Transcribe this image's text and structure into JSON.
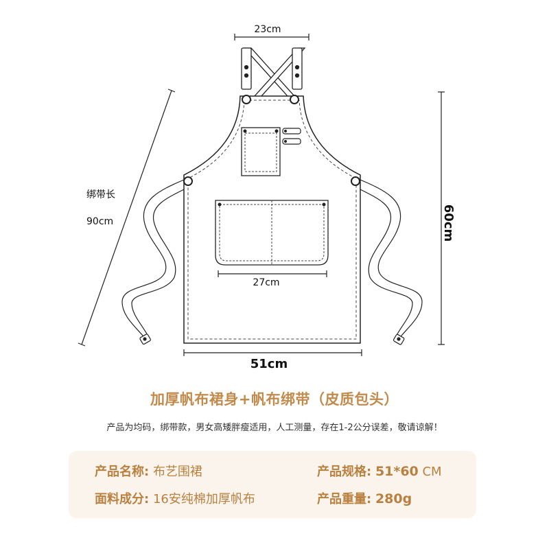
{
  "dimensions": {
    "top_width": "23cm",
    "strap_label": "绑带长",
    "strap_length": "90cm",
    "height": "60cm",
    "pocket_width": "27cm",
    "bottom_width": "51cm"
  },
  "title": "加厚帆布裙身+帆布绑带（皮质包头）",
  "note": "产品为均码，绑带款，男女高矮胖瘦适用，人工测量，存在1-2公分误差，敬请谅解！",
  "specs": {
    "name_label": "产品名称:",
    "name_value": "布艺围裙",
    "size_label": "产品规格:",
    "size_value_num": "51*60",
    "size_value_unit": " CM",
    "material_label": "面料成分:",
    "material_value": "16安纯棉加厚帆布",
    "weight_label": "产品重量:",
    "weight_value": "280g"
  },
  "colors": {
    "accent": "#c28a4b",
    "box_background": "#fbf4ec",
    "outline": "#222222"
  }
}
